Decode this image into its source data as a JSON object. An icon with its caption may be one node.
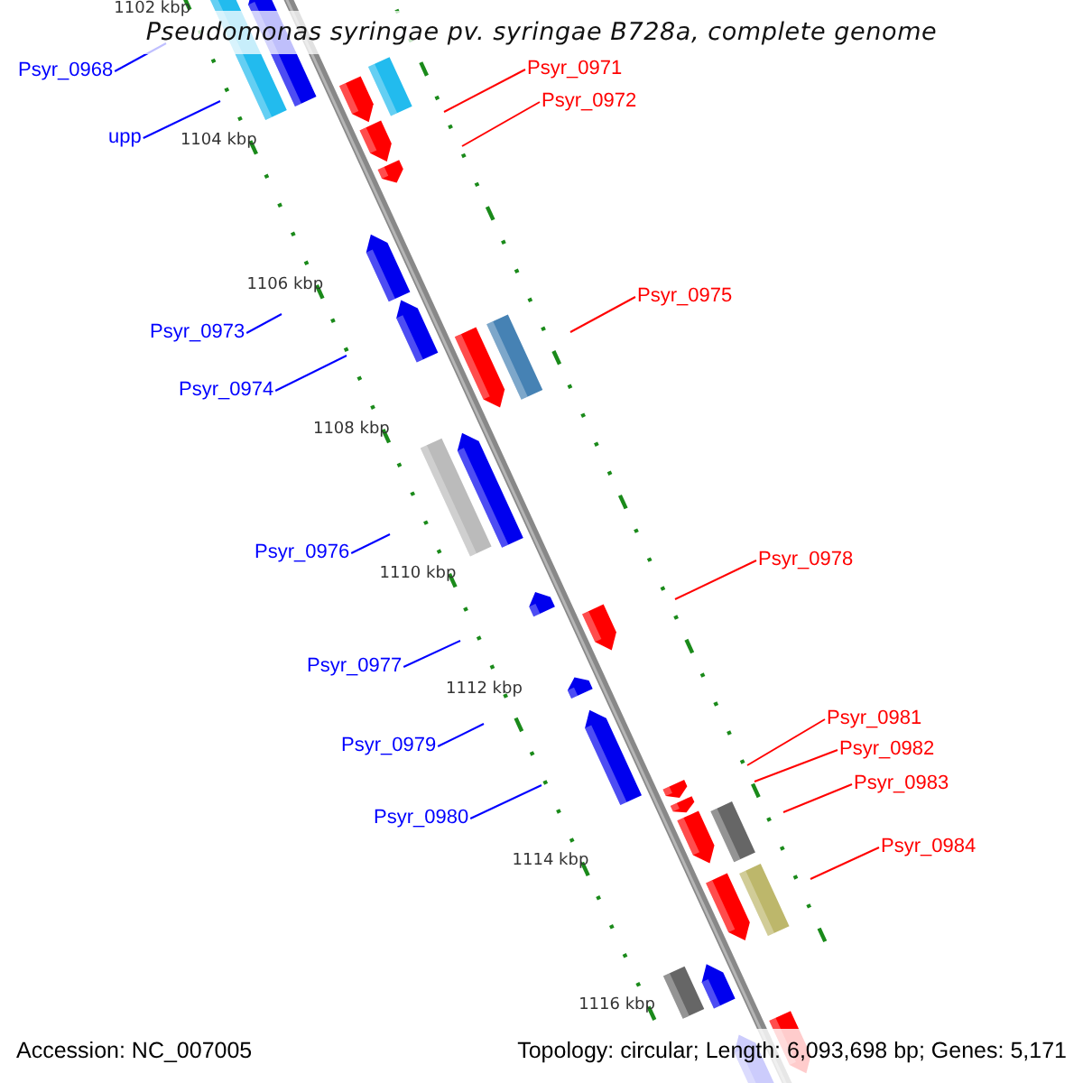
{
  "diagram": {
    "title": "Pseudomonas syringae pv. syringae B728a, complete genome",
    "nodes": [
      {
        "text": [
          "Psyr_0971"
        ]
      },
      {
        "text": [
          "Psyr_0968"
        ]
      },
      {
        "text": [
          "Psyr_0972"
        ]
      },
      {
        "text": [
          "upp"
        ]
      },
      {
        "text": [
          "Psyr_0975"
        ]
      },
      {
        "text": [
          "Psyr_0973"
        ]
      },
      {
        "text": [
          "Psyr_0974"
        ]
      },
      {
        "text": [
          "Psyr_0976"
        ]
      },
      {
        "text": [
          "Psyr_0978"
        ]
      },
      {
        "text": [
          "Psyr_0977"
        ]
      },
      {
        "text": [
          "Psyr_0981"
        ]
      },
      {
        "text": [
          "Psyr_0979"
        ]
      },
      {
        "text": [
          "Psyr_0982"
        ]
      },
      {
        "text": [
          "Psyr_0983"
        ]
      },
      {
        "text": [
          "Psyr_0980"
        ]
      },
      {
        "text": [
          "Psyr_0984"
        ]
      }
    ],
    "edges": [
      {
        "from": 0,
        "to": null,
        "arrow": "none",
        "color": "#ff0000"
      },
      {
        "from": 1,
        "to": null,
        "arrow": "none",
        "color": "#0000ff"
      },
      {
        "from": 2,
        "to": null,
        "arrow": "none",
        "color": "#ff0000"
      },
      {
        "from": 3,
        "to": null,
        "arrow": "none",
        "color": "#0000ff"
      },
      {
        "from": 4,
        "to": null,
        "arrow": "none",
        "color": "#ff0000"
      },
      {
        "from": 5,
        "to": null,
        "arrow": "none",
        "color": "#0000ff"
      },
      {
        "from": 6,
        "to": null,
        "arrow": "none",
        "color": "#0000ff"
      },
      {
        "from": 7,
        "to": null,
        "arrow": "none",
        "color": "#0000ff"
      },
      {
        "from": 8,
        "to": null,
        "arrow": "none",
        "color": "#ff0000"
      },
      {
        "from": 9,
        "to": null,
        "arrow": "none",
        "color": "#0000ff"
      },
      {
        "from": 10,
        "to": null,
        "arrow": "none",
        "color": "#ff0000"
      },
      {
        "from": 11,
        "to": null,
        "arrow": "none",
        "color": "#0000ff"
      },
      {
        "from": 12,
        "to": null,
        "arrow": "none",
        "color": "#ff0000"
      },
      {
        "from": 13,
        "to": null,
        "arrow": "none",
        "color": "#ff0000"
      },
      {
        "from": 14,
        "to": null,
        "arrow": "none",
        "color": "#0000ff"
      },
      {
        "from": 15,
        "to": null,
        "arrow": "none",
        "color": "#ff0000"
      }
    ],
    "labels": [
      "1102 kbp",
      "1104 kbp",
      "1106 kbp",
      "1108 kbp",
      "1110 kbp",
      "1112 kbp",
      "1114 kbp",
      "1116 kbp",
      "Accession: NC_007005",
      "Topology: circular; Length: 6,093,698 bp; Genes: 5,171"
    ]
  }
}
